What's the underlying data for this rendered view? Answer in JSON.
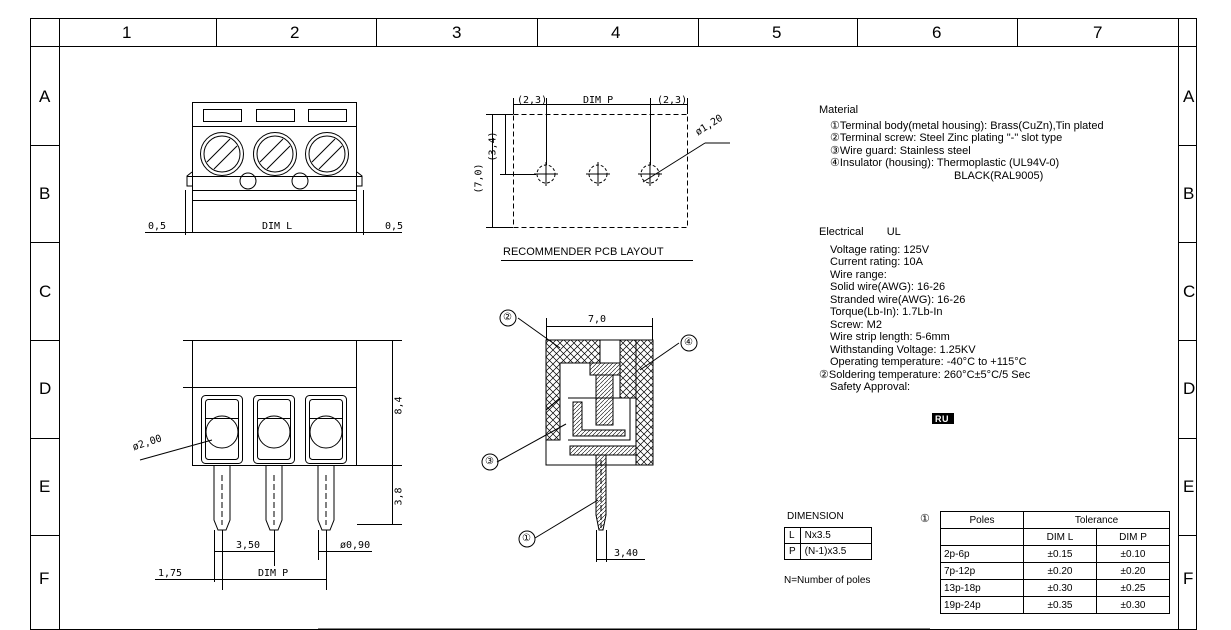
{
  "frame": {
    "columns": [
      "1",
      "2",
      "3",
      "4",
      "5",
      "6",
      "7"
    ],
    "rows": [
      "A",
      "B",
      "C",
      "D",
      "E",
      "F"
    ]
  },
  "top_view": {
    "dim_left": "0,5",
    "dim_center": "DIM L",
    "dim_right": "0,5"
  },
  "pcb_layout": {
    "title": "RECOMMENDER PCB LAYOUT",
    "dim_left": "(2,3)",
    "dim_center": "DIM P",
    "dim_right": "(2,3)",
    "dim_hole": "ø1,20",
    "dim_vertical_small": "(3,4)",
    "dim_vertical_total": "(7,0)"
  },
  "front_view": {
    "dim_pin_diameter": "ø2,00",
    "dim_height_body": "8,4",
    "dim_height_pin": "3,8",
    "dim_pitch": "3,50",
    "dim_pin_width": "ø0,90",
    "dim_offset": "1,75",
    "dim_p": "DIM P"
  },
  "side_view": {
    "dim_width": "7,0",
    "dim_bottom": "3,40",
    "callouts": [
      "①",
      "②",
      "③",
      "④"
    ]
  },
  "material": {
    "heading": "Material",
    "items": [
      "①Terminal body(metal housing): Brass(CuZn),Tin plated",
      "②Terminal screw: Steel Zinc plating \"-\" slot type",
      "③Wire guard: Stainless steel",
      "④Insulator (housing): Thermoplastic (UL94V-0)",
      "BLACK(RAL9005)"
    ]
  },
  "electrical": {
    "heading": "Electrical",
    "heading_ul": "UL",
    "items": [
      "Voltage rating: 125V",
      "Current rating: 10A",
      "Wire range:",
      "Solid wire(AWG): 16-26",
      "Stranded wire(AWG): 16-26",
      "Torque(Lb-In): 1.7Lb-In",
      "Screw: M2",
      "Wire strip length: 5-6mm",
      "Withstanding Voltage: 1.25KV",
      "Operating temperature: -40°C to +115°C",
      "②Soldering temperature: 260°C±5°C/5 Sec",
      "Safety Approval:"
    ],
    "approval_mark": "UL recognized component mark"
  },
  "dimension_table": {
    "heading": "DIMENSION",
    "rows": [
      {
        "key": "L",
        "value": "Nx3.5"
      },
      {
        "key": "P",
        "value": "(N-1)x3.5"
      }
    ],
    "note": "N=Number of poles"
  },
  "tolerance_table": {
    "marker": "①",
    "header_poles": "Poles",
    "header_tolerance": "Tolerance",
    "sub_dim_l": "DIM L",
    "sub_dim_p": "DIM P",
    "rows": [
      {
        "poles": "2p-6p",
        "dim_l": "±0.15",
        "dim_p": "±0.10"
      },
      {
        "poles": "7p-12p",
        "dim_l": "±0.20",
        "dim_p": "±0.20"
      },
      {
        "poles": "13p-18p",
        "dim_l": "±0.30",
        "dim_p": "±0.25"
      },
      {
        "poles": "19p-24p",
        "dim_l": "±0.35",
        "dim_p": "±0.30"
      }
    ]
  }
}
